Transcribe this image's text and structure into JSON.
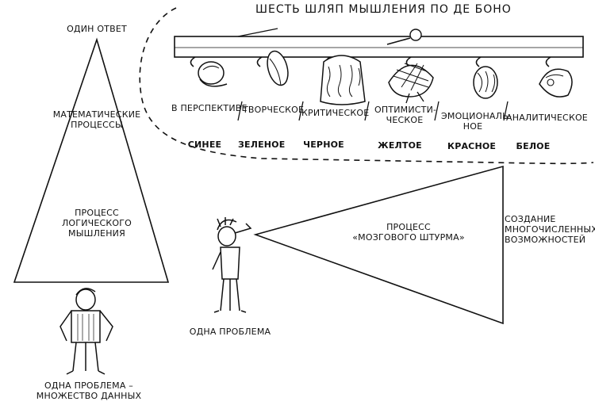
{
  "title": "ШЕСТЬ ШЛЯП МЫШЛЕНИЯ ПО ДЕ БОНО",
  "pyramid": {
    "top": "ОДИН ОТВЕТ",
    "middle": [
      "МАТЕМАТИЧЕСКИЕ",
      "ПРОЦЕССЫ"
    ],
    "lower": [
      "ПРОЦЕСС",
      "ЛОГИЧЕСКОГО",
      "МЫШЛЕНИЯ"
    ],
    "bottom": [
      "ОДНА ПРОБЛЕМА –",
      "МНОЖЕСТВО ДАННЫХ"
    ]
  },
  "brainstorm": {
    "inner": [
      "ПРОЦЕСС",
      "«МОЗГОВОГО ШТУРМА»"
    ],
    "right": [
      "СОЗДАНИЕ",
      "МНОГОЧИСЛЕННЫХ",
      "ВОЗМОЖНОСТЕЙ"
    ],
    "source": "ОДНА ПРОБЛЕМА"
  },
  "hats": [
    {
      "label": "В ПЕРСПЕКТИВЕ",
      "color_name": "СИНЕЕ",
      "color": "#2b5ca8"
    },
    {
      "label": "ТВОРЧЕСКОЕ",
      "color_name": "ЗЕЛЕНОЕ",
      "color": "#2e8b3a"
    },
    {
      "label": "КРИТИЧЕСКОЕ",
      "color_name": "ЧЕРНОЕ",
      "color": "#111111"
    },
    {
      "label": "ОПТИМИСТИ-\nЧЕСКОЕ",
      "color_name": "ЖЕЛТОЕ",
      "color": "#d9b300"
    },
    {
      "label": "ЭМОЦИОНАЛЬ-\nНОЕ",
      "color_name": "КРАСНОЕ",
      "color": "#c0282d"
    },
    {
      "label": "АНАЛИТИЧЕСКОЕ",
      "color_name": "БЕЛОЕ",
      "color": "#ffffff"
    }
  ]
}
